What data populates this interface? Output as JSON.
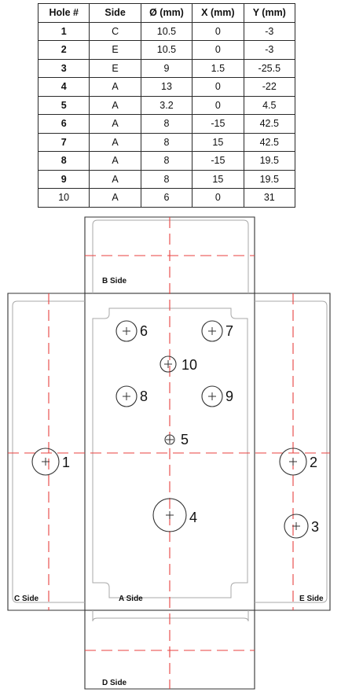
{
  "table": {
    "headers": [
      "Hole #",
      "Side",
      "Ø (mm)",
      "X (mm)",
      "Y (mm)"
    ],
    "rows": [
      [
        "1",
        "C",
        "10.5",
        "0",
        "-3"
      ],
      [
        "2",
        "E",
        "10.5",
        "0",
        "-3"
      ],
      [
        "3",
        "E",
        "9",
        "1.5",
        "-25.5"
      ],
      [
        "4",
        "A",
        "13",
        "0",
        "-22"
      ],
      [
        "5",
        "A",
        "3.2",
        "0",
        "4.5"
      ],
      [
        "6",
        "A",
        "8",
        "-15",
        "42.5"
      ],
      [
        "7",
        "A",
        "8",
        "15",
        "42.5"
      ],
      [
        "8",
        "A",
        "8",
        "-15",
        "19.5"
      ],
      [
        "9",
        "A",
        "8",
        "15",
        "19.5"
      ],
      [
        "10",
        "A",
        "6",
        "0",
        "31"
      ]
    ]
  },
  "drawing": {
    "side_labels": {
      "a": "A Side",
      "b": "B Side",
      "c": "C Side",
      "d": "D Side",
      "e": "E Side"
    },
    "hole_labels": [
      "1",
      "2",
      "3",
      "4",
      "5",
      "6",
      "7",
      "8",
      "9",
      "10"
    ],
    "colors": {
      "outline": "#333333",
      "inner_outline": "#a9a9a9",
      "centerline": "#e8423f"
    }
  }
}
